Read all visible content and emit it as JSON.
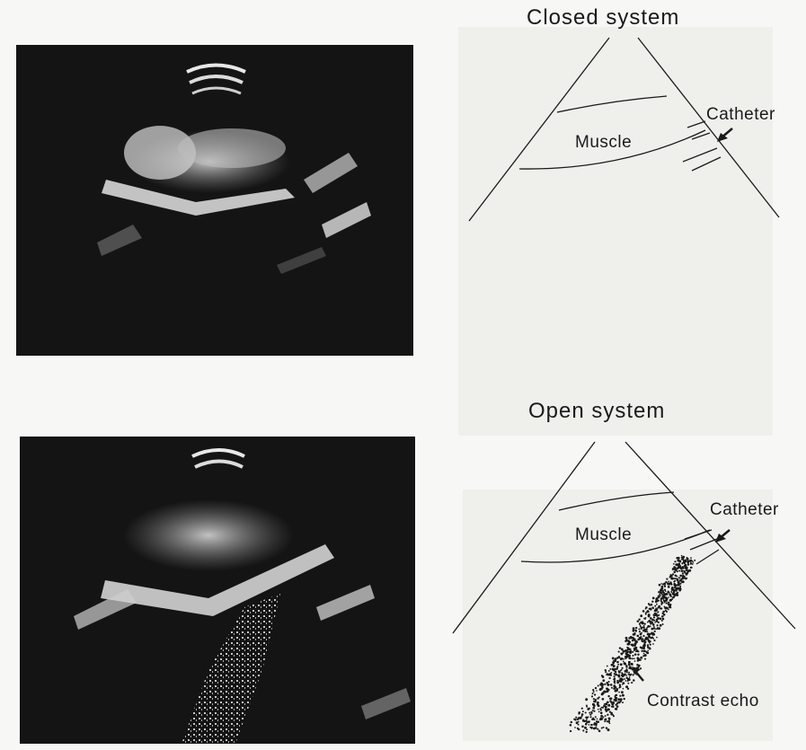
{
  "panels": {
    "closed": {
      "title": "Closed system",
      "muscle_label": "Muscle",
      "catheter_label": "Catheter"
    },
    "open": {
      "title": "Open system",
      "muscle_label": "Muscle",
      "catheter_label": "Catheter",
      "contrast_label": "Contrast echo"
    }
  },
  "colors": {
    "echo_background": "#141414",
    "line": "#1a1a1a",
    "paper": "#f7f7f5"
  }
}
